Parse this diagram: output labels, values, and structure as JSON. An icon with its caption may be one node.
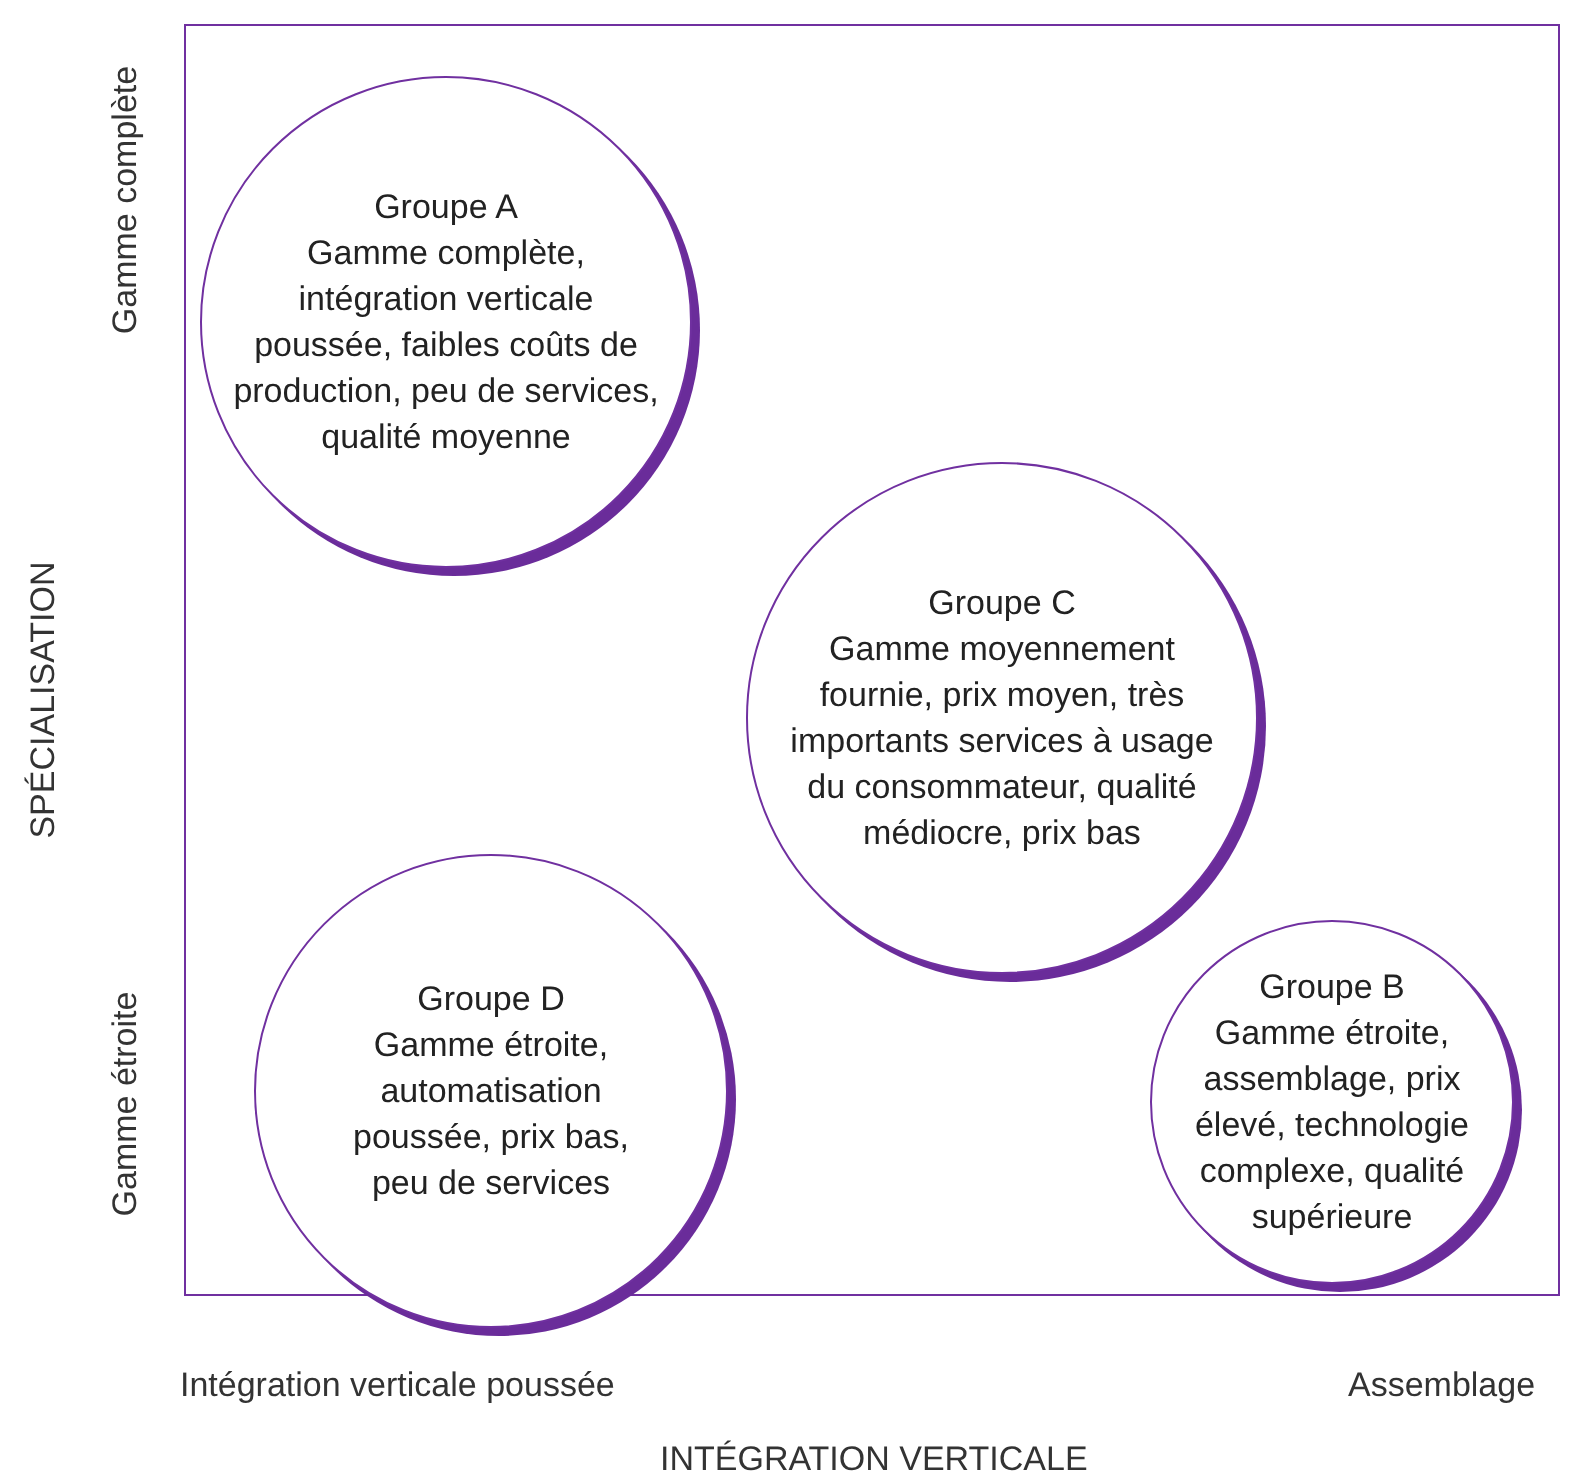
{
  "diagram": {
    "nodes": [
      {
        "text": [
          "Groupe A",
          "Gamme complète, intégration verticale poussée, faibles coûts de production, peu de services, qualité moyenne"
        ]
      },
      {
        "text": [
          "Groupe C",
          "Gamme moyennement fournie, prix moyen, très importants services à usage du consommateur, qualité médiocre, prix bas"
        ]
      },
      {
        "text": [
          "Groupe D",
          "Gamme étroite, automatisation poussée, prix bas, peu de services"
        ]
      },
      {
        "text": [
          "Groupe B",
          "Gamme étroite, assemblage, prix élevé, technologie complexe, qualité supérieure"
        ]
      }
    ],
    "labels": [
      "Gamme complète",
      "SPÉCIALISATION",
      "Gamme étroite",
      "Intégration verticale poussée",
      "Assemblage",
      "INTÉGRATION VERTICALE"
    ]
  }
}
